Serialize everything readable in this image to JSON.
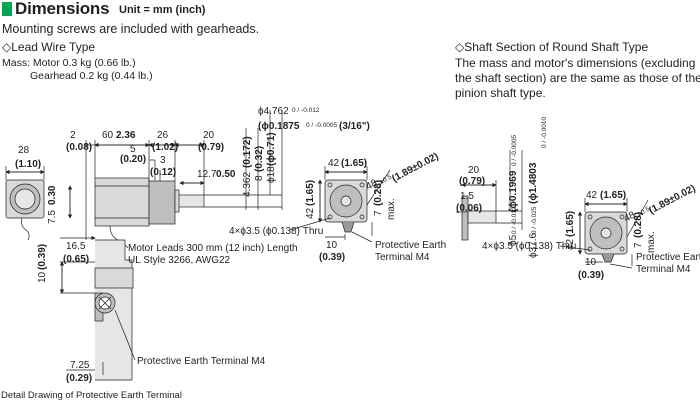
{
  "header": {
    "title": "Dimensions",
    "unit": "Unit = mm (inch)"
  },
  "intro": "Mounting screws are included with gearheads.",
  "lead_wire": {
    "title": "◇Lead Wire Type",
    "mass_motor": "Mass: Motor 0.3 kg (0.66 lb.)",
    "mass_gearhead": "Gearhead 0.2 kg (0.44 lb.)",
    "dims": {
      "d28": "28",
      "d28i": "(1.10)",
      "d2": "2",
      "d2i": "(0.08)",
      "d60": "60",
      "d60i": "2.36",
      "d26": "26",
      "d26i": "(1.02)",
      "d20": "20",
      "d20i": "(0.79)",
      "d5": "5",
      "d5i": "(0.20)",
      "d3": "3",
      "d3i": "(0.12)",
      "d127": "12.7",
      "d127i": "0.50",
      "d75": "7.5",
      "d75i": "0.30",
      "d165": "16.5",
      "d165i": "(0.65)",
      "d4362": "4.362",
      "d4362i": "(0.172)",
      "d8": "8",
      "d8i": "(0.32)",
      "phi18": "ϕ18",
      "phi18i": "(ϕ0.71)",
      "phi4762": "ϕ4.762",
      "tol4762": "0 / -0.012",
      "phi1875": "(ϕ0.1875",
      "tol1875": "0 / -0.0005",
      "frac": "(3/16\")",
      "d42": "42",
      "d42i": "(1.65)",
      "d42v": "42",
      "d42vi": "(1.65)",
      "d48": "48",
      "tol48": "±0.5",
      "d48i": "(1.89±0.02)",
      "d7": "7",
      "d7i": "(0.28)",
      "max": "max.",
      "holes": "4×ϕ3.5 (ϕ0.138) Thru",
      "d10": "10",
      "d10i": "(0.39)",
      "pe": "Protective Earth",
      "pe2": "Terminal M4",
      "leads": "Motor Leads 300 mm (12 inch) Length",
      "ul": "UL Style 3266, AWG22"
    }
  },
  "detail": {
    "d10": "10",
    "d10i": "(0.39)",
    "d725": "7.25",
    "d725i": "(0.29)",
    "pe_label": "Protective Earth Terminal M4",
    "caption": "Detail Drawing of Protective Earth Terminal"
  },
  "shaft": {
    "title": "◇Shaft Section of Round Shaft Type",
    "desc1": "The mass and motor's dimensions (excluding",
    "desc2": "the shaft section) are the same as those of the",
    "desc3": "pinion shaft type.",
    "dims": {
      "d20": "20",
      "d20i": "(0.79)",
      "d15": "1.5",
      "d15i": "(0.06)",
      "phi5": "ϕ5",
      "tol5": "0 / -0.012",
      "phi1969": "(ϕ0.1969",
      "tol1969": "0 / -0.0005",
      "phi376": "ϕ37.6",
      "tol376": "0 / -0.025",
      "phi14803": "(ϕ1.4803",
      "tol14803": "0 / -0.0010",
      "d42": "42",
      "d42i": "(1.65)",
      "d42v": "42",
      "d42vi": "(1.65)",
      "d48": "48",
      "tol48": "±0.5",
      "d48i": "(1.89±0.02)",
      "d7": "7",
      "d7i": "(0.28)",
      "max": "max.",
      "holes": "4×ϕ3.5 (ϕ0.138) Thru",
      "d10": "10",
      "d10i": "(0.39)",
      "pe": "Protective Earth",
      "pe2": "Terminal M4"
    }
  }
}
